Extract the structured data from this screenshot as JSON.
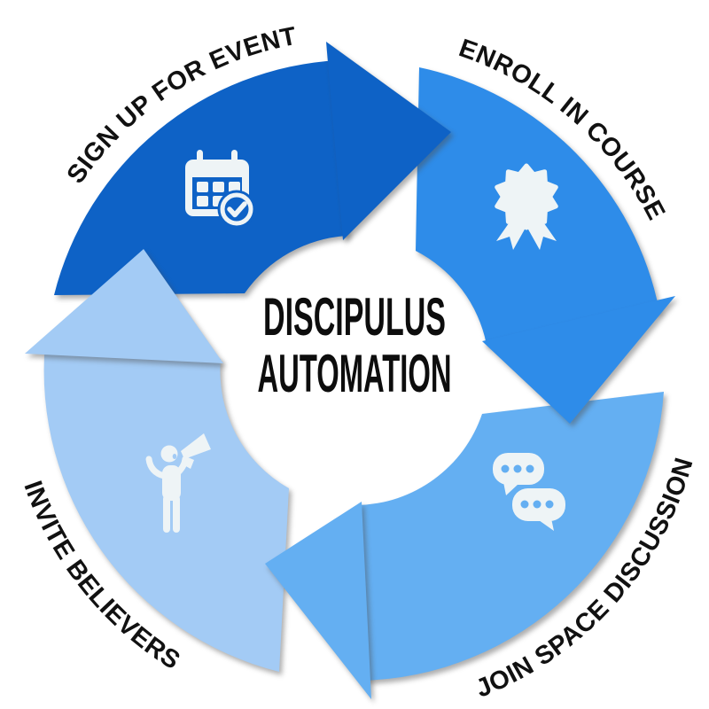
{
  "page": {
    "background": "#ffffff"
  },
  "diagram": {
    "center": {
      "line1": "DISCIPULUS",
      "line2": "AUTOMATION",
      "text_color": "#0d0d0d"
    },
    "label_color": "#111111",
    "icon_color": "#EEF4F6",
    "segments": [
      {
        "id": "sign-up-for-event",
        "label": "SIGN UP FOR EVENT",
        "color": "#0E62C6",
        "icon": "calendar-check-icon"
      },
      {
        "id": "enroll-in-course",
        "label": "ENROLL IN COURSE",
        "color": "#2E8CE9",
        "icon": "award-ribbon-icon"
      },
      {
        "id": "join-space-discussion",
        "label": "JOIN SPACE DISCUSSION",
        "color": "#64AFF2",
        "icon": "chat-bubbles-icon"
      },
      {
        "id": "invite-believers",
        "label": "INVITE BELIEVERS",
        "color": "#A3CBF5",
        "icon": "megaphone-person-icon"
      }
    ]
  }
}
